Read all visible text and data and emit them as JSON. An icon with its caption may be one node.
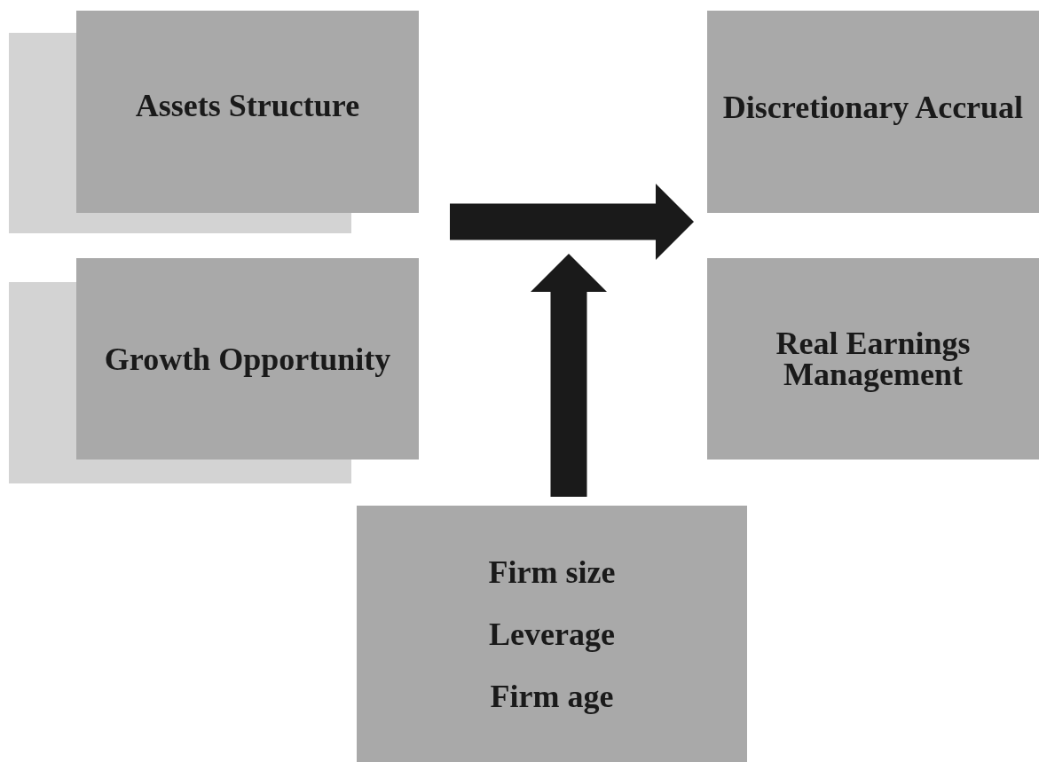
{
  "diagram": {
    "nodes": [
      {
        "text": [
          "Assets Structure"
        ]
      },
      {
        "text": [
          "Growth Opportunity"
        ]
      },
      {
        "text": [
          "Discretionary Accrual"
        ]
      },
      {
        "text": [
          "Real Earnings Management"
        ]
      },
      {
        "text": [
          "Firm size",
          "Leverage",
          "Firm age"
        ]
      }
    ],
    "edges": [
      {
        "from": null,
        "to": 2,
        "arrow": "to"
      },
      {
        "from": 4,
        "to": null,
        "arrow": "to"
      }
    ]
  }
}
